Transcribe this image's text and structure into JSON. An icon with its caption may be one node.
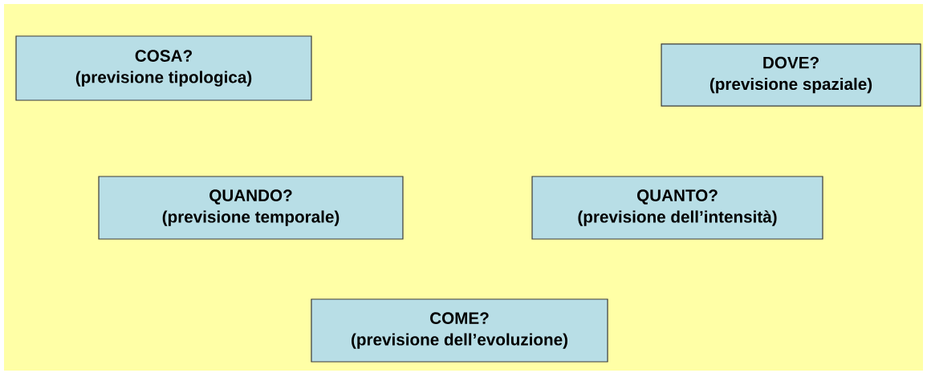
{
  "diagram": {
    "nodes": [
      {
        "text": [
          "COSA?",
          "(previsione tipologica)"
        ]
      },
      {
        "text": [
          "DOVE?",
          "(previsione spaziale)"
        ]
      },
      {
        "text": [
          "QUANDO?",
          "(previsione temporale)"
        ]
      },
      {
        "text": [
          "QUANTO?",
          "(previsione dell’intensità)"
        ]
      },
      {
        "text": [
          "COME?",
          "(previsione dell’evoluzione)"
        ]
      }
    ]
  }
}
